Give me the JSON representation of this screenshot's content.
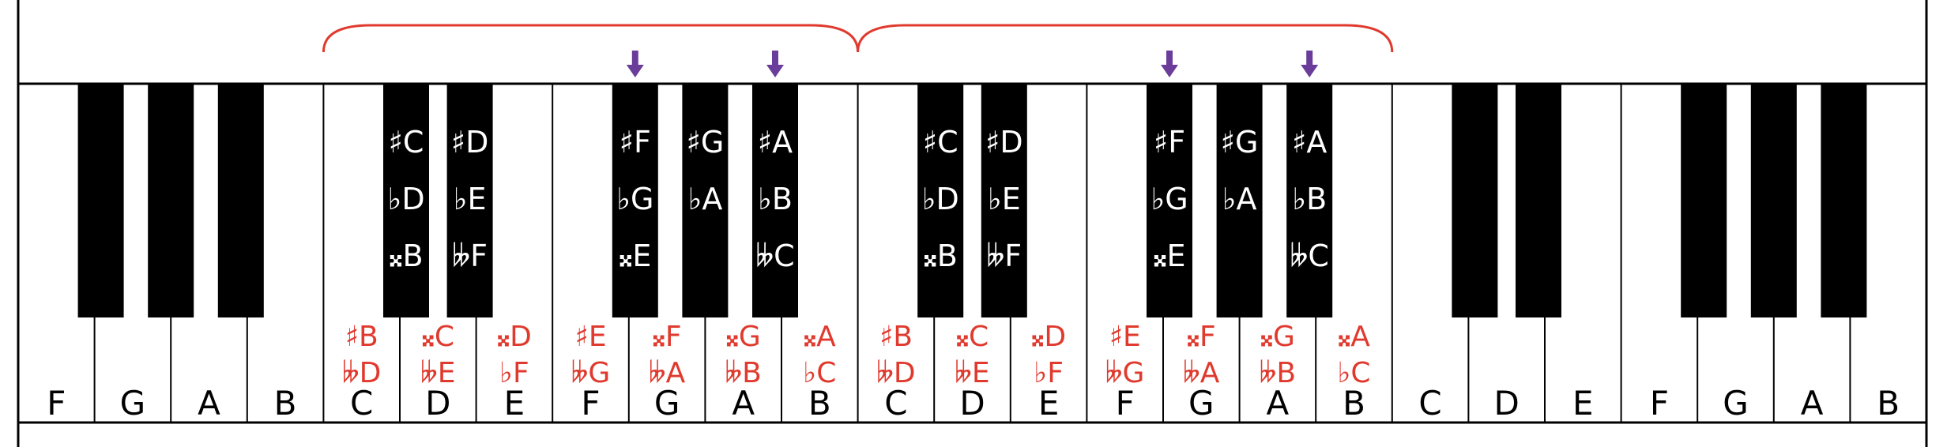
{
  "colors": {
    "background": "#ffffff",
    "key_outline": "#000000",
    "black_key": "#000000",
    "enharmonic_text": "#e03a2e",
    "bracket": "#e03a2e",
    "arrow": "#6a3d9a"
  },
  "keyboard": {
    "white_keys": [
      "F",
      "G",
      "A",
      "B",
      "C",
      "D",
      "E",
      "F",
      "G",
      "A",
      "B",
      "C",
      "D",
      "E",
      "F",
      "G",
      "A",
      "B",
      "C",
      "D",
      "E",
      "F",
      "G",
      "A",
      "B"
    ],
    "black_keys": [
      {
        "after_white": 0,
        "names": []
      },
      {
        "after_white": 1,
        "names": []
      },
      {
        "after_white": 2,
        "names": []
      },
      {
        "after_white": 4,
        "names": [
          "♯C",
          "♭D",
          "𝄪B"
        ]
      },
      {
        "after_white": 5,
        "names": [
          "♯D",
          "♭E",
          "𝄫F"
        ]
      },
      {
        "after_white": 7,
        "names": [
          "♯F",
          "♭G",
          "𝄪E"
        ],
        "arrow": true
      },
      {
        "after_white": 8,
        "names": [
          "♯G",
          "♭A"
        ]
      },
      {
        "after_white": 9,
        "names": [
          "♯A",
          "♭B",
          "𝄫C"
        ],
        "arrow": true
      },
      {
        "after_white": 11,
        "names": [
          "♯C",
          "♭D",
          "𝄪B"
        ]
      },
      {
        "after_white": 12,
        "names": [
          "♯D",
          "♭E",
          "𝄫F"
        ]
      },
      {
        "after_white": 14,
        "names": [
          "♯F",
          "♭G",
          "𝄪E"
        ],
        "arrow": true
      },
      {
        "after_white": 15,
        "names": [
          "♯G",
          "♭A"
        ]
      },
      {
        "after_white": 16,
        "names": [
          "♯A",
          "♭B",
          "𝄫C"
        ],
        "arrow": true
      },
      {
        "after_white": 18,
        "names": []
      },
      {
        "after_white": 19,
        "names": []
      },
      {
        "after_white": 21,
        "names": []
      },
      {
        "after_white": 22,
        "names": []
      },
      {
        "after_white": 23,
        "names": []
      }
    ],
    "white_enharmonics": [
      {
        "key": 4,
        "names": [
          "♯B",
          "𝄫D"
        ]
      },
      {
        "key": 5,
        "names": [
          "𝄪C",
          "𝄫E"
        ]
      },
      {
        "key": 6,
        "names": [
          "𝄪D",
          "♭F"
        ]
      },
      {
        "key": 7,
        "names": [
          "♯E",
          "𝄫G"
        ]
      },
      {
        "key": 8,
        "names": [
          "𝄪F",
          "𝄫A"
        ]
      },
      {
        "key": 9,
        "names": [
          "𝄪G",
          "𝄫B"
        ]
      },
      {
        "key": 10,
        "names": [
          "𝄪A",
          "♭C"
        ]
      },
      {
        "key": 11,
        "names": [
          "♯B",
          "𝄫D"
        ]
      },
      {
        "key": 12,
        "names": [
          "𝄪C",
          "𝄫E"
        ]
      },
      {
        "key": 13,
        "names": [
          "𝄪D",
          "♭F"
        ]
      },
      {
        "key": 14,
        "names": [
          "♯E",
          "𝄫G"
        ]
      },
      {
        "key": 15,
        "names": [
          "𝄪F",
          "𝄫A"
        ]
      },
      {
        "key": 16,
        "names": [
          "𝄪G",
          "𝄫B"
        ]
      },
      {
        "key": 17,
        "names": [
          "𝄪A",
          "♭C"
        ]
      }
    ],
    "octave_brackets": [
      {
        "from_white": 4,
        "to_white": 10
      },
      {
        "from_white": 11,
        "to_white": 17
      }
    ]
  }
}
